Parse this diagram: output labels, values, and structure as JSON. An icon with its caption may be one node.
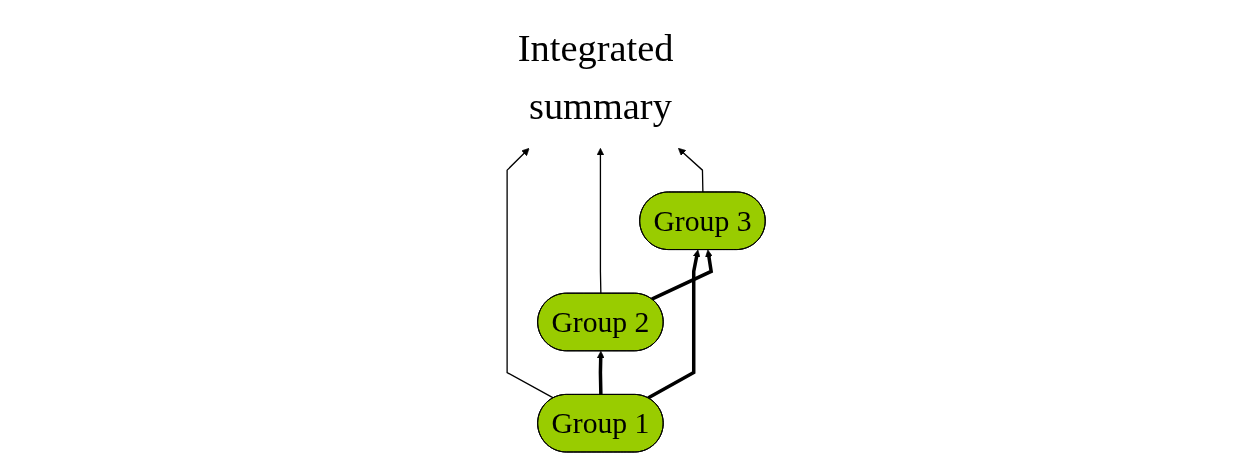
{
  "diagram": {
    "nodes": [
      {
        "text": [
          "Integrated summary"
        ]
      },
      {
        "text": [
          "Group 1"
        ]
      },
      {
        "text": [
          "Group 2"
        ]
      },
      {
        "text": [
          "Group 3"
        ]
      }
    ],
    "edges": [
      {
        "from": 1,
        "to": 0,
        "arrow": "to"
      },
      {
        "from": 2,
        "to": 0,
        "arrow": "to"
      },
      {
        "from": 3,
        "to": 0,
        "arrow": "to"
      },
      {
        "from": 1,
        "to": 3,
        "arrow": "to",
        "style": "thick"
      },
      {
        "from": 1,
        "to": 2,
        "arrow": "to",
        "style": "thick"
      },
      {
        "from": 2,
        "to": 3,
        "arrow": "to",
        "style": "thick"
      }
    ]
  }
}
